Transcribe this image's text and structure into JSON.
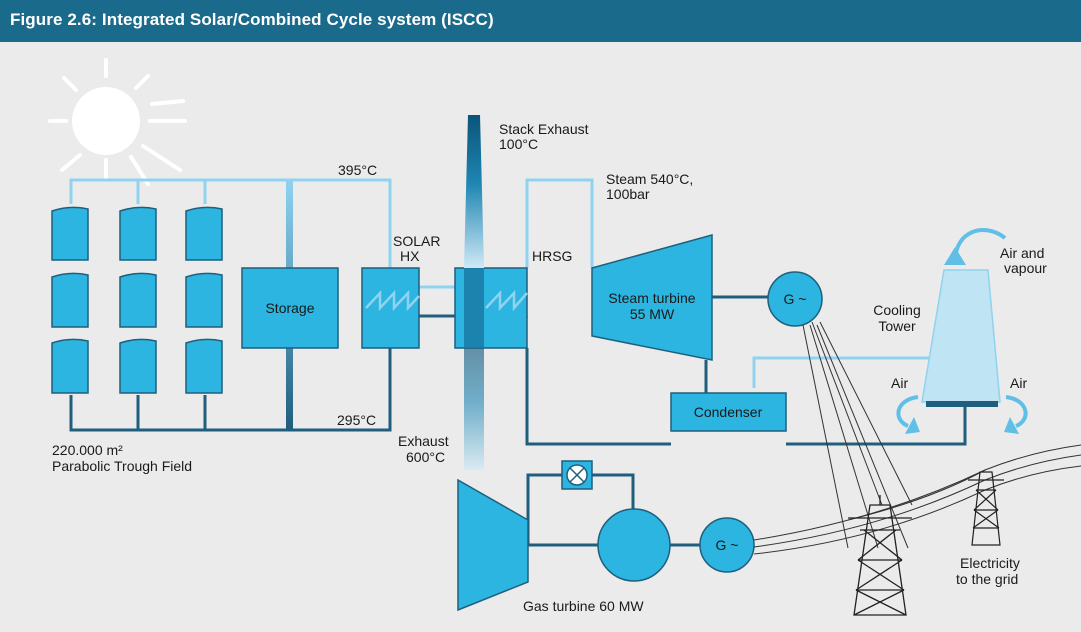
{
  "figure": {
    "title": "Figure 2.6: Integrated Solar/Combined Cycle system (ISCC)"
  },
  "labels": {
    "temp_hot": "395°C",
    "temp_cold": "295°C",
    "field_area": "220.000 m²",
    "field_name": "Parabolic Trough Field",
    "storage": "Storage",
    "solar_hx_line1": "SOLAR",
    "solar_hx_line2": "HX",
    "stack_line1": "Stack Exhaust",
    "stack_line2": "100°C",
    "hrsg": "HRSG",
    "steam_line1": "Steam 540°C,",
    "steam_line2": "100bar",
    "steam_turbine_line1": "Steam turbine",
    "steam_turbine_line2": "55 MW",
    "generator_symbol": "G ~",
    "cooling_line1": "Cooling",
    "cooling_line2": "Tower",
    "air_vapour_line1": "Air and",
    "air_vapour_line2": "vapour",
    "air_left": "Air",
    "air_right": "Air",
    "condenser": "Condenser",
    "exhaust_line1": "Exhaust",
    "exhaust_line2": "600°C",
    "gas_turbine": "Gas turbine 60 MW",
    "grid_line1": "Electricity",
    "grid_line2": "to the grid"
  },
  "colors": {
    "title_bar": "#1a6a8c",
    "component_fill": "#2bb5e0",
    "pipe_light": "#8fd3f0",
    "pipe_dark": "#1f5f7d",
    "stack_dark": "#0c5b82",
    "background": "#ebebeb"
  }
}
